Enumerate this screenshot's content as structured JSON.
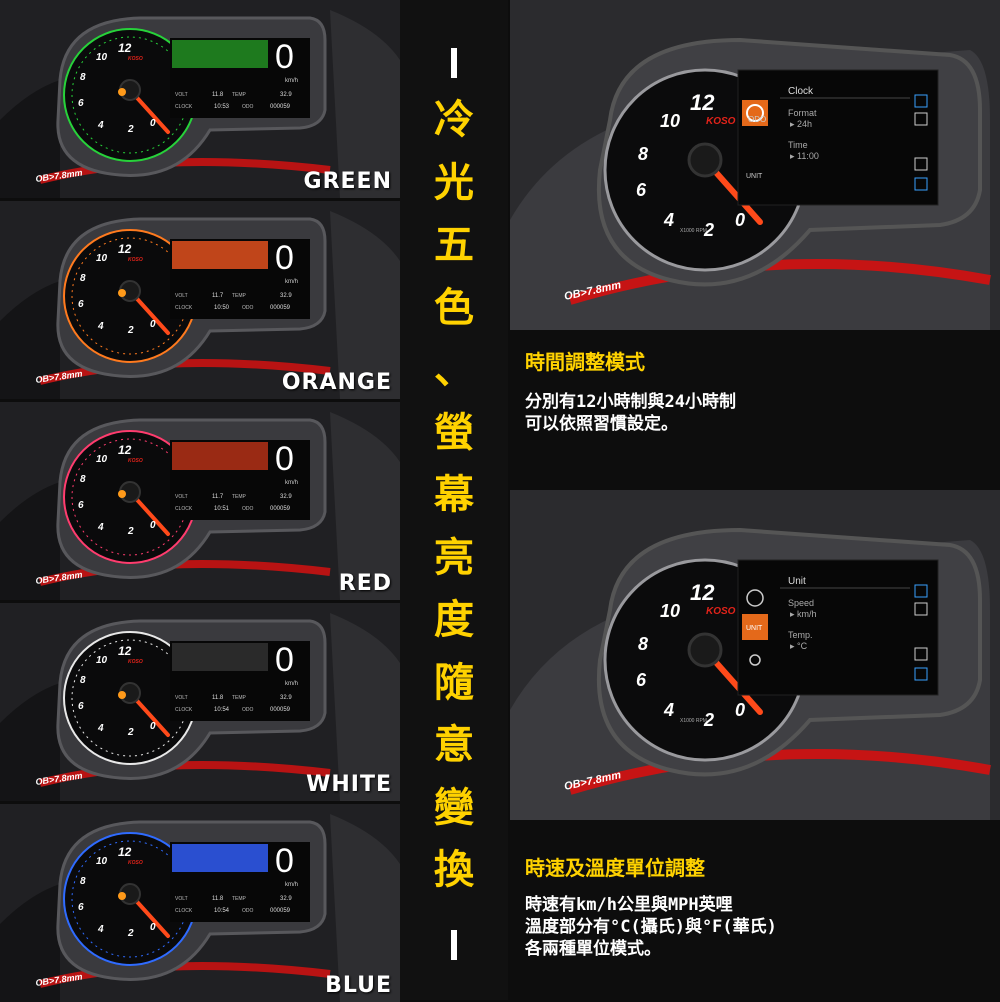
{
  "panels": [
    {
      "caption": "GREEN",
      "accent": "#27d23a",
      "screen": "#1e7a1e"
    },
    {
      "caption": "ORANGE",
      "accent": "#ff7a1e",
      "screen": "#c0451a"
    },
    {
      "caption": "RED",
      "accent": "#ff3c6e",
      "screen": "#9a2a14"
    },
    {
      "caption": "WHITE",
      "accent": "#e8e8e8",
      "screen": "#2a2a2a"
    },
    {
      "caption": "BLUE",
      "accent": "#2f6bff",
      "screen": "#2a4fd0"
    }
  ],
  "gauge_text": {
    "brand": "KOSO",
    "speed": "0",
    "unit": "km/h",
    "ticks": [
      "12",
      "10",
      "8",
      "6",
      "4",
      "2",
      "0"
    ],
    "hose_tag": "OB>7.8mm",
    "volt_label": "VOLT",
    "temp_label": "TEMP",
    "clock_label": "CLOCK",
    "odo_label": "ODO",
    "rpm_label": "X1000 RPM"
  },
  "panel_readings": [
    {
      "volt": "11.8",
      "temp": "32.9",
      "clock": "10:53",
      "odo": "000059"
    },
    {
      "volt": "11.7",
      "temp": "32.9",
      "clock": "10:50",
      "odo": "000059"
    },
    {
      "volt": "11.7",
      "temp": "32.9",
      "clock": "10:51",
      "odo": "000059"
    },
    {
      "volt": "11.8",
      "temp": "32.9",
      "clock": "10:54",
      "odo": "000059"
    },
    {
      "volt": "11.8",
      "temp": "32.9",
      "clock": "10:54",
      "odo": "000059"
    }
  ],
  "vertical_title": [
    "冷",
    "光",
    "五",
    "色",
    "、",
    "螢",
    "幕",
    "亮",
    "度",
    "隨",
    "意",
    "變",
    "換"
  ],
  "section1": {
    "menu_title": "Clock",
    "item1_label": "Format",
    "item1_value": "▸ 24h",
    "item2_label": "Time",
    "item2_value": "▸ 11:00",
    "odo_label": "ODO",
    "unit_label": "UNIT",
    "title": "時間調整模式",
    "lines": [
      "分別有12小時制與24小時制",
      "可以依照習慣設定。"
    ]
  },
  "section2": {
    "menu_title": "Unit",
    "item1_label": "Speed",
    "item1_value": "▸ km/h",
    "item2_label": "Temp.",
    "item2_value": "▸ °C",
    "unit_label": "UNIT",
    "title": "時速及溫度單位調整",
    "lines": [
      "時速有km/h公里與MPH英哩",
      "溫度部分有°C(攝氏)與°F(華氏)",
      "各兩種單位模式。"
    ]
  },
  "colors": {
    "yellow": "#ffd200",
    "needle": "#ff4a1a"
  }
}
